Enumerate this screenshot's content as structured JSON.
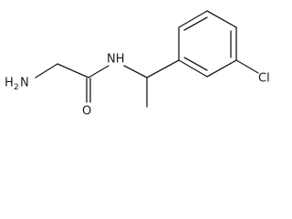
{
  "molecule": {
    "atoms": {
      "amine": {
        "symbol": "H",
        "subscript": "2",
        "element": "N"
      },
      "amide_nh": {
        "symbol": "NH"
      },
      "carbonyl_o": {
        "symbol": "O"
      },
      "chlorine": {
        "symbol": "Cl"
      }
    }
  }
}
